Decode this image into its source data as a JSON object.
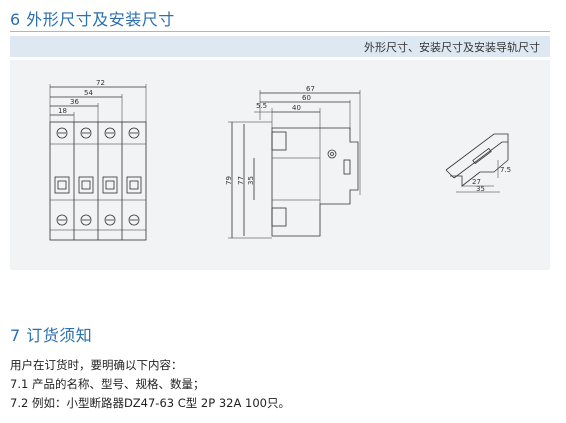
{
  "section6": {
    "title": "6 外形尺寸及安装尺寸",
    "band_label": "外形尺寸、安装尺寸及安装导轨尺寸"
  },
  "drawing": {
    "front": {
      "width_total": "72",
      "width_3p": "54",
      "width_2p": "36",
      "width_1p": "18"
    },
    "side": {
      "depth_total": "67",
      "depth_60": "60",
      "depth_40": "40",
      "offset": "5.5",
      "h_79": "79",
      "h_77": "77",
      "h_35": "35"
    },
    "rail": {
      "width": "35",
      "inner": "27",
      "height": "7.5"
    }
  },
  "section7": {
    "title": "7 订货须知",
    "lines": [
      "用户在订货时，要明确以下内容：",
      "7.1 产品的名称、型号、规格、数量；",
      "7.2 例如：小型断路器DZ47-63   C型   2P   32A   100只。"
    ]
  }
}
